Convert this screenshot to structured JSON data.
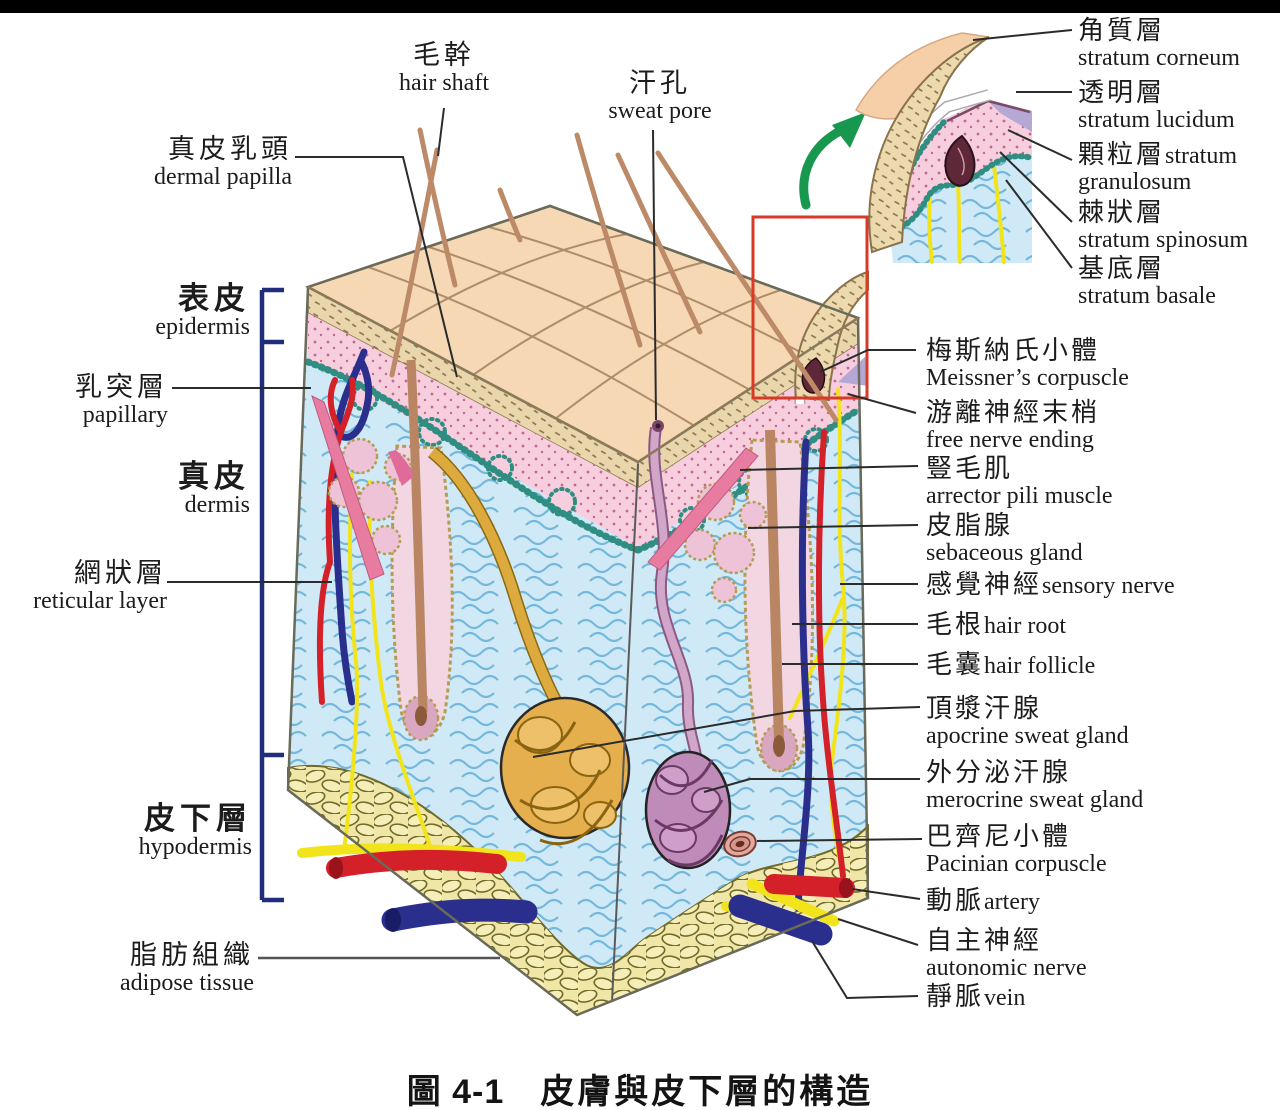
{
  "figure": {
    "caption_no": "圖 4-1",
    "caption_title": "皮膚與皮下層的構造"
  },
  "labels": {
    "hair_shaft": {
      "zh": "毛幹",
      "en": "hair shaft"
    },
    "sweat_pore": {
      "zh": "汗孔",
      "en": "sweat pore"
    },
    "dermal_papilla": {
      "zh": "真皮乳頭",
      "en": "dermal papilla"
    },
    "epidermis": {
      "zh": "表皮",
      "en": "epidermis"
    },
    "papillary": {
      "zh": "乳突層",
      "en": "papillary"
    },
    "dermis": {
      "zh": "真皮",
      "en": "dermis"
    },
    "reticular_layer": {
      "zh": "網狀層",
      "en": "reticular layer"
    },
    "hypodermis": {
      "zh": "皮下層",
      "en": "hypodermis"
    },
    "adipose_tissue": {
      "zh": "脂肪組織",
      "en": "adipose tissue"
    },
    "stratum_corneum": {
      "zh": "角質層",
      "en": "stratum corneum"
    },
    "stratum_lucidum": {
      "zh": "透明層",
      "en": "stratum lucidum"
    },
    "stratum_granulosum": {
      "zh": "顆粒層",
      "en_line1": "stratum",
      "en_line2": "granulosum"
    },
    "stratum_spinosum": {
      "zh": "棘狀層",
      "en": "stratum spinosum"
    },
    "stratum_basale": {
      "zh": "基底層",
      "en": "stratum basale"
    },
    "meissners_corpuscle": {
      "zh": "梅斯納氏小體",
      "en": "Meissner’s corpuscle"
    },
    "free_nerve_ending": {
      "zh": "游離神經末梢",
      "en": "free nerve ending"
    },
    "arrector_pili_muscle": {
      "zh": "豎毛肌",
      "en": "arrector pili muscle"
    },
    "sebaceous_gland": {
      "zh": "皮脂腺",
      "en": "sebaceous gland"
    },
    "sensory_nerve": {
      "zh": "感覺神經",
      "en": "sensory nerve"
    },
    "hair_root": {
      "zh": "毛根",
      "en": "hair root"
    },
    "hair_follicle": {
      "zh": "毛囊",
      "en": "hair follicle"
    },
    "apocrine_sweat_gland": {
      "zh": "頂漿汗腺",
      "en": "apocrine sweat gland"
    },
    "merocrine_sweat_gland": {
      "zh": "外分泌汗腺",
      "en": "merocrine sweat gland"
    },
    "pacinian_corpuscle": {
      "zh": "巴齊尼小體",
      "en": "Pacinian corpuscle"
    },
    "artery": {
      "zh": "動脈",
      "en": "artery"
    },
    "autonomic_nerve": {
      "zh": "自主神經",
      "en": "autonomic nerve"
    },
    "vein": {
      "zh": "靜脈",
      "en": "vein"
    }
  },
  "palette": {
    "text_dark": "#1c1c1c",
    "leader_black": "#2b2b2b",
    "bracket_navy": "#1f2d7a",
    "highlight_red": "#d93a28",
    "arrow_green": "#17984e",
    "skin_tan": "#f6d8b4",
    "corneum_tan": "#e9d6ad",
    "epidermis_pink": "#f6cedd",
    "basale_teal": "#2f8d82",
    "dermis_blue": "#cfe9f6",
    "fat_yellow": "#f2ecb4",
    "artery_red": "#d42028",
    "vein_blue": "#2a2e8c",
    "nerve_yellow": "#f2e41a",
    "gland_orange": "#e5af4e",
    "gland_purple": "#bf8cba",
    "hair_brown": "#bd8a68",
    "lucidum_lavender": "#b5a8d4"
  }
}
